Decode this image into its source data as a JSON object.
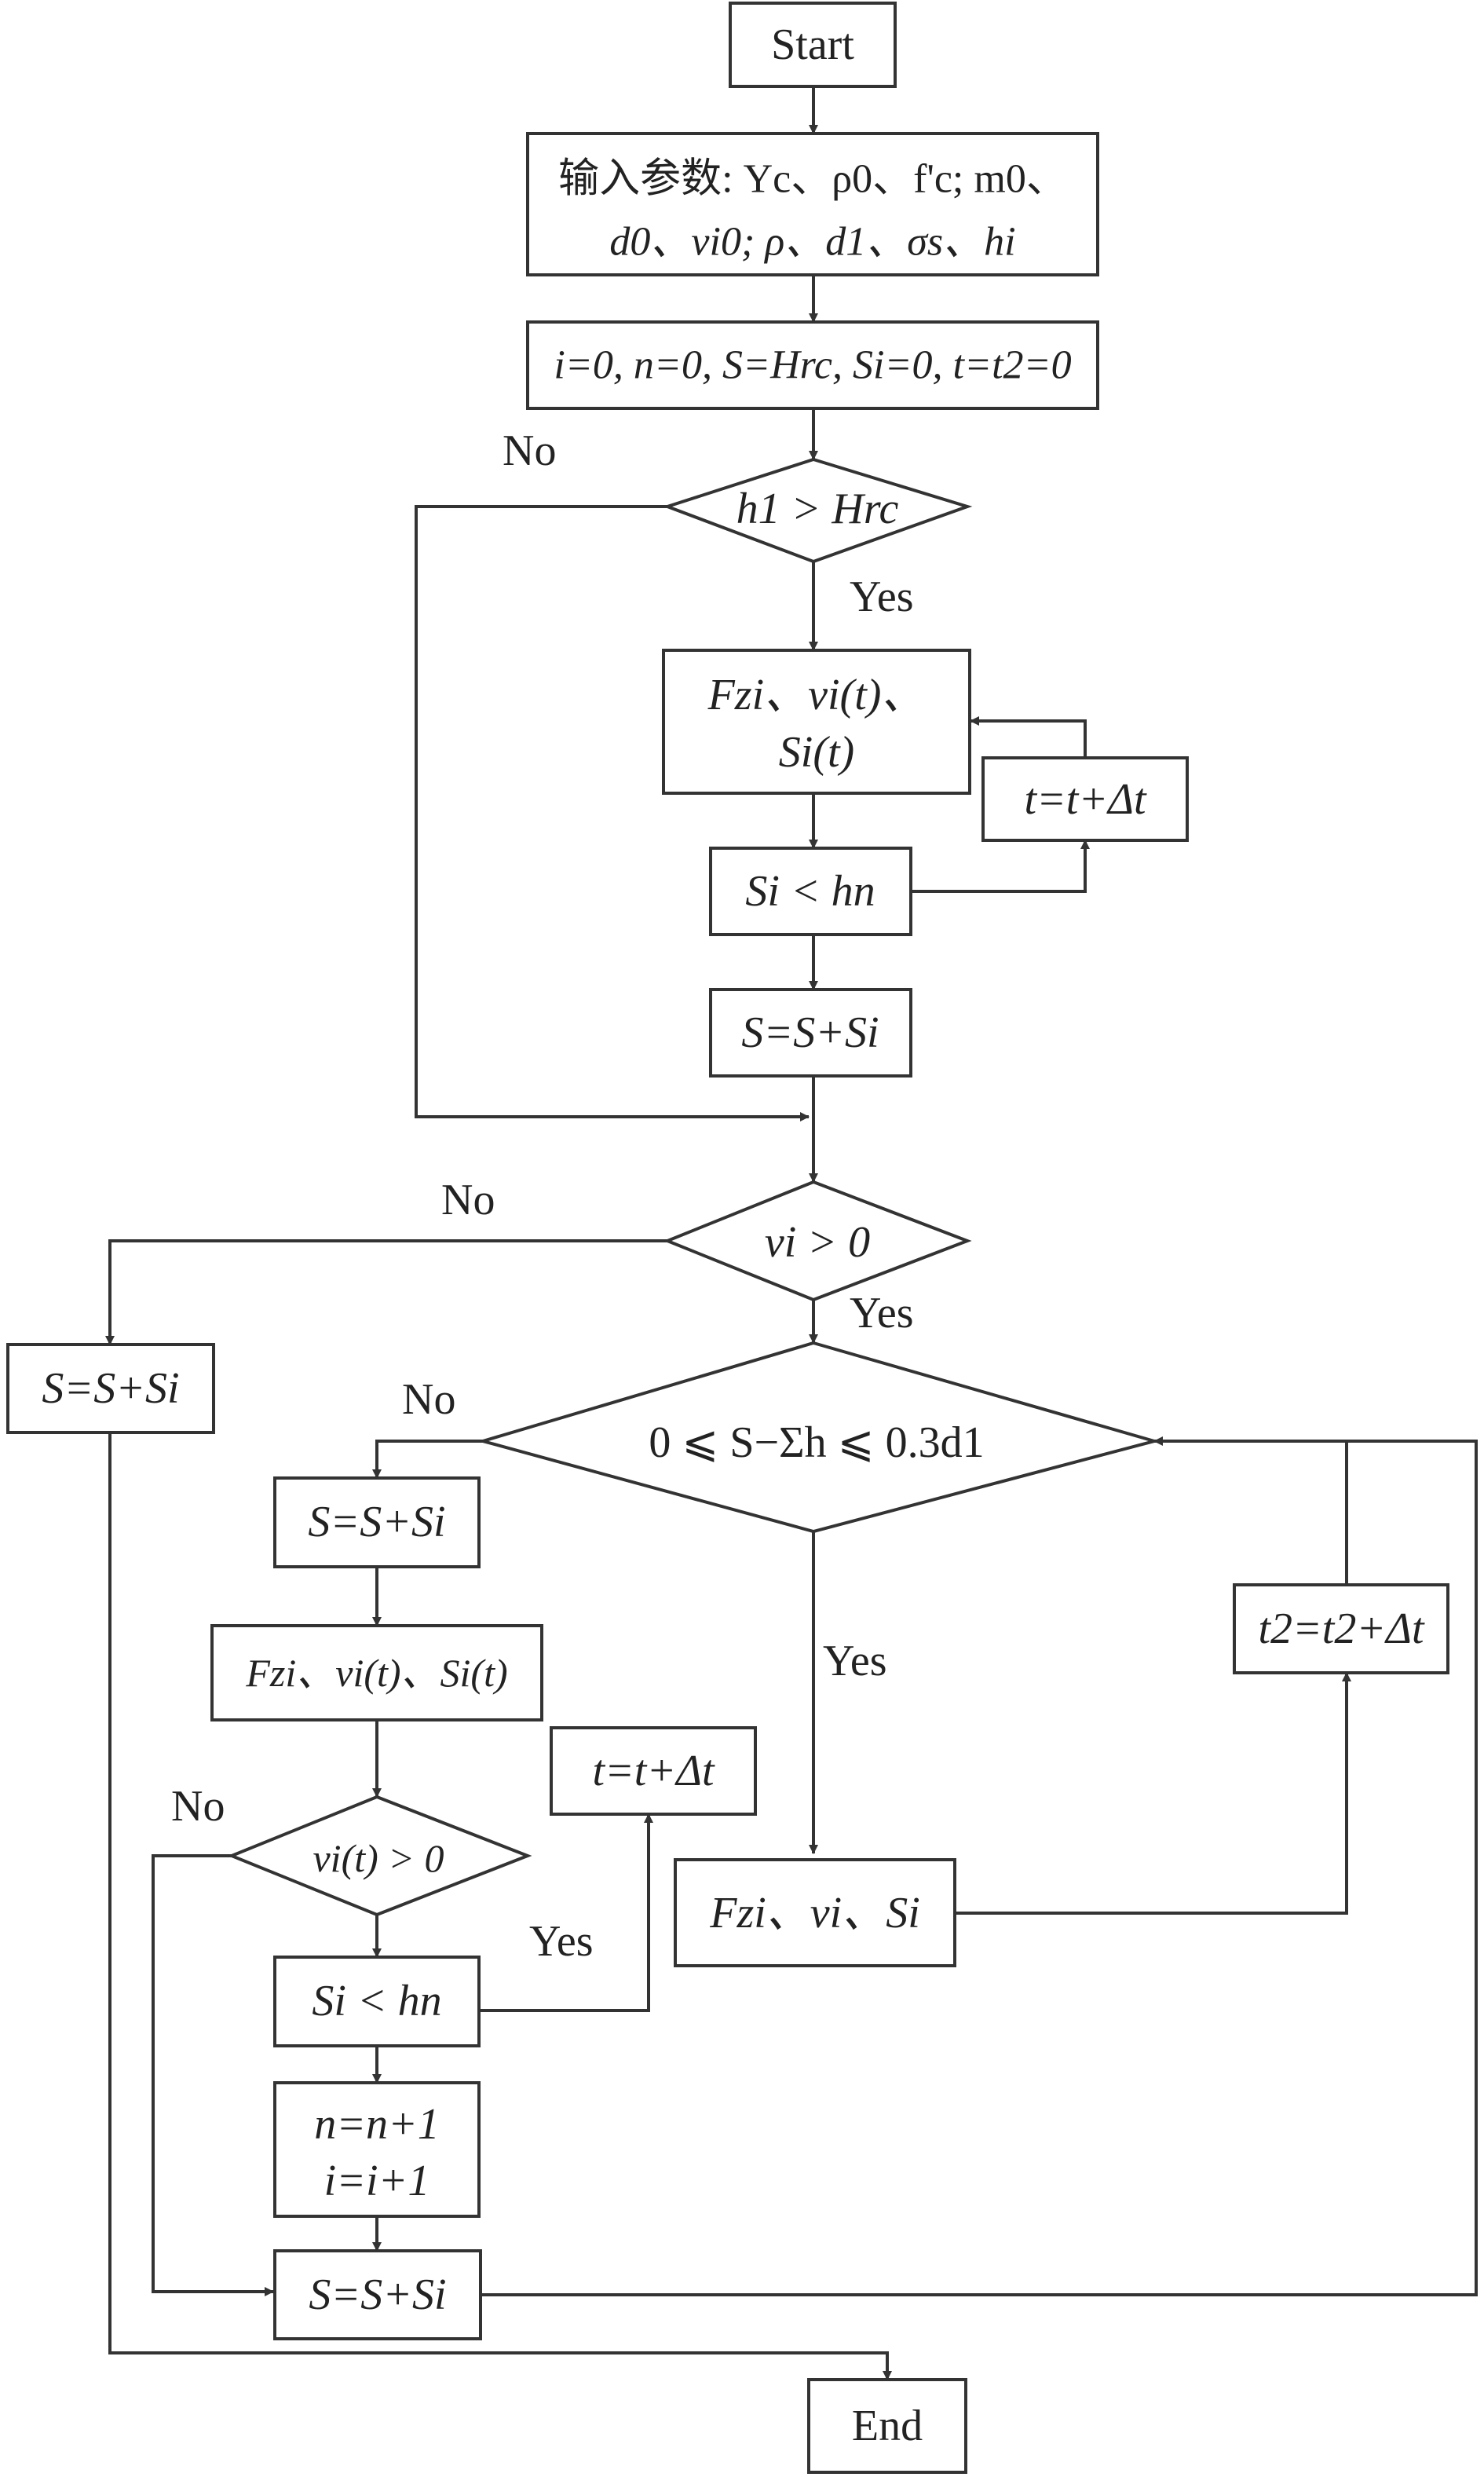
{
  "nodes": {
    "start": "Start",
    "input_line1": "输入参数: Yc、ρ0、f'c; m0、",
    "input_line2": "d0、vi0; ρ、d1、σs、hi",
    "init": "i=0, n=0, S=Hrc, Si=0, t=t2=0",
    "d1": "h1 > Hrc",
    "p1_line1": "Fzi、vi(t)、",
    "p1_line2": "Si(t)",
    "p_t1": "t=t+Δt",
    "p_si_hn": "Si < hn",
    "p_s1": "S=S+Si",
    "d2": "vi > 0",
    "p_left": "S=S+Si",
    "d3": "0 ⩽ S−Σh ⩽ 0.3d1",
    "p_s2": "S=S+Si",
    "p_f2": "Fzi、vi(t)、Si(t)",
    "p_t2": "t2=t2+Δt",
    "p_t3": "t=t+Δt",
    "d4": "vi(t) > 0",
    "p_f3": "Fzi、vi、Si",
    "p_si_hn2": "Si < hn",
    "p_n_line1": "n=n+1",
    "p_n_line2": "i=i+1",
    "p_s3": "S=S+Si",
    "end": "End"
  },
  "edge_labels": {
    "d1_no": "No",
    "d1_yes": "Yes",
    "d2_no": "No",
    "d2_yes": "Yes",
    "d3_no": "No",
    "d3_yes": "Yes",
    "d4_no": "No",
    "si_hn2_yes": "Yes"
  },
  "colors": {
    "line": "#333333",
    "text": "#222222",
    "background": "#ffffff"
  }
}
